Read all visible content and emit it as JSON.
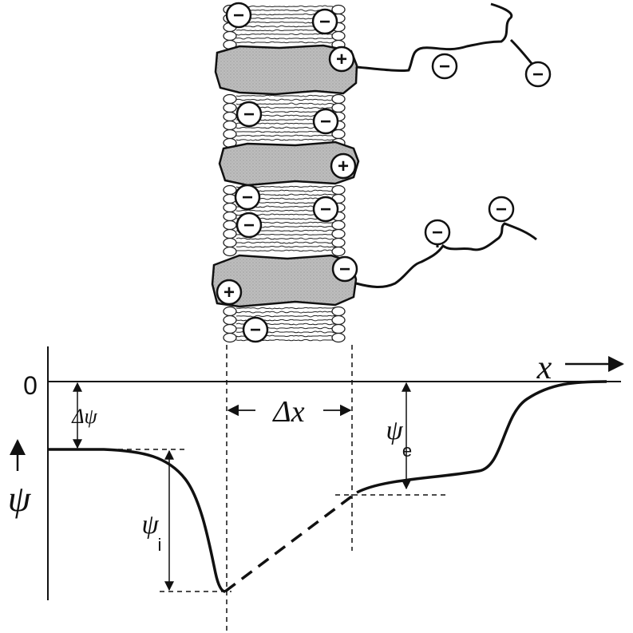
{
  "labels": {
    "zero": "0",
    "x_axis": "x",
    "psi_axis": "ψ",
    "delta_psi": "Δψ",
    "delta_x": "Δx",
    "psi_i": "ψ",
    "psi_i_sub": "i",
    "psi_e": "ψ",
    "psi_e_sub": "e"
  },
  "charges": {
    "minus": "−",
    "plus": "+"
  },
  "colors": {
    "ink": "#111111",
    "protein_fill": "#b8b8b8",
    "background": "#ffffff"
  }
}
